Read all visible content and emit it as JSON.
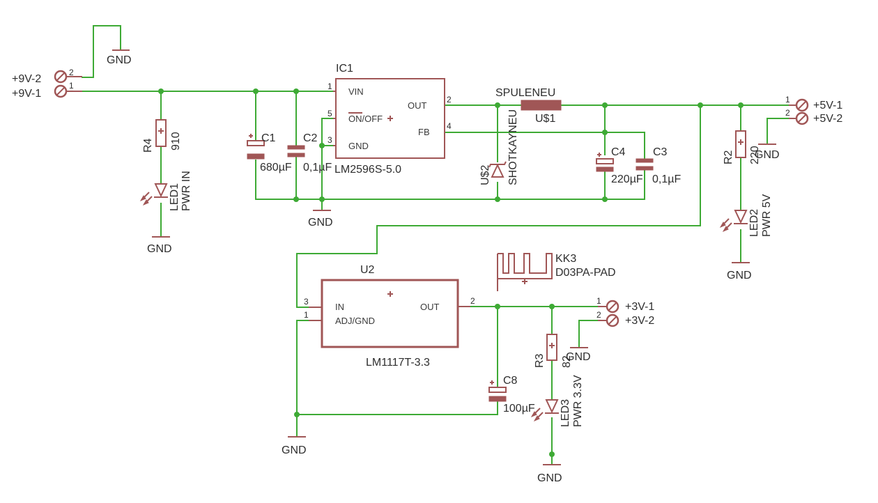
{
  "connectors": {
    "in_9v": {
      "pin2": "+9V-2",
      "pin1": "+9V-1"
    },
    "out_5v": {
      "pin1": "+5V-1",
      "pin2": "+5V-2"
    },
    "out_3v": {
      "pin1": "+3V-1",
      "pin2": "+3V-2"
    }
  },
  "pin_numbers": {
    "one": "1",
    "two": "2",
    "three": "3",
    "four": "4",
    "five": "5"
  },
  "gnd_label": "GND",
  "ic1": {
    "name": "IC1",
    "value": "LM2596S-5.0",
    "pins": {
      "vin": "VIN",
      "on_off": "ON/OFF",
      "gnd": "GND",
      "out": "OUT",
      "fb": "FB"
    }
  },
  "u2": {
    "name": "U2",
    "value": "LM1117T-3.3",
    "pins": {
      "in": "IN",
      "adj": "ADJ/GND",
      "out": "OUT"
    }
  },
  "inductor": {
    "name": "SPULENEU",
    "value": "U$1"
  },
  "diode": {
    "name": "U$2",
    "value": "SHOTKAYNEU"
  },
  "heatsink": {
    "name": "KK3",
    "value": "D03PA-PAD"
  },
  "capacitors": {
    "c1": {
      "name": "C1",
      "value": "680µF"
    },
    "c2": {
      "name": "C2",
      "value": "0,1µF"
    },
    "c3": {
      "name": "C3",
      "value": "0,1µF"
    },
    "c4": {
      "name": "C4",
      "value": "220µF"
    },
    "c8": {
      "name": "C8",
      "value": "100µF"
    }
  },
  "resistors": {
    "r2": {
      "name": "R2",
      "value": "220"
    },
    "r3": {
      "name": "R3",
      "value": "82"
    },
    "r4": {
      "name": "R4",
      "value": "910"
    }
  },
  "leds": {
    "led1": {
      "name": "LED1",
      "value": "PWR IN"
    },
    "led2": {
      "name": "LED2",
      "value": "PWR 5V"
    },
    "led3": {
      "name": "LED3",
      "value": "PWR 3.3V"
    }
  },
  "colors": {
    "wire": "#3eaa35",
    "symbol": "#a05656",
    "text": "#2e2e2e",
    "background": "#ffffff"
  }
}
